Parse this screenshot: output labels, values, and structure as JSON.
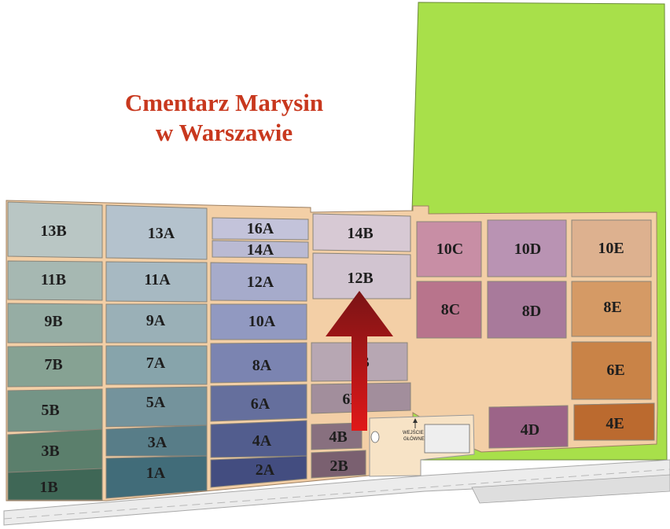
{
  "title": {
    "line1": "Cmentarz Marysin",
    "line2": "w Warszawie"
  },
  "entrance_label": {
    "line1": "WEJŚCIE",
    "line2": "GŁÓWNE"
  },
  "colors": {
    "green_area": "#a8e04a",
    "paths": "#f3cfa6",
    "arrow": "#c01a1a",
    "title": "#c8381e"
  },
  "sections": [
    {
      "id": "13B",
      "label": "13B",
      "color": "#b9c6c4"
    },
    {
      "id": "13A",
      "label": "13A",
      "color": "#b4c2cd"
    },
    {
      "id": "16A",
      "label": "16A",
      "color": "#c3c3da"
    },
    {
      "id": "14A",
      "label": "14A",
      "color": "#babad3"
    },
    {
      "id": "14B",
      "label": "14B",
      "color": "#d7c9d4"
    },
    {
      "id": "12B",
      "label": "12B",
      "color": "#d1c4d0"
    },
    {
      "id": "11B",
      "label": "11B",
      "color": "#a6b8b2"
    },
    {
      "id": "11A",
      "label": "11A",
      "color": "#a7b9c2"
    },
    {
      "id": "12A",
      "label": "12A",
      "color": "#a6abcb"
    },
    {
      "id": "9B",
      "label": "9B",
      "color": "#96ada4"
    },
    {
      "id": "9A",
      "label": "9A",
      "color": "#9ab0b7"
    },
    {
      "id": "10A",
      "label": "10A",
      "color": "#9199c1"
    },
    {
      "id": "7B",
      "label": "7B",
      "color": "#86a293"
    },
    {
      "id": "7A",
      "label": "7A",
      "color": "#87a4ab"
    },
    {
      "id": "8A",
      "label": "8A",
      "color": "#7b84b1"
    },
    {
      "id": "8B",
      "label": "8B",
      "color": "#b7a7b3"
    },
    {
      "id": "5B",
      "label": "5B",
      "color": "#749486"
    },
    {
      "id": "5A",
      "label": "5A",
      "color": "#74939c"
    },
    {
      "id": "6A",
      "label": "6A",
      "color": "#656f9d"
    },
    {
      "id": "6B",
      "label": "6B",
      "color": "#a28e9c"
    },
    {
      "id": "3B",
      "label": "3B",
      "color": "#5b7f6c"
    },
    {
      "id": "3A",
      "label": "3A",
      "color": "#587d88"
    },
    {
      "id": "4A",
      "label": "4A",
      "color": "#525d8e"
    },
    {
      "id": "4B",
      "label": "4B",
      "color": "#88707f"
    },
    {
      "id": "1B",
      "label": "1B",
      "color": "#3f6756"
    },
    {
      "id": "1A",
      "label": "1A",
      "color": "#416c79"
    },
    {
      "id": "2A",
      "label": "2A",
      "color": "#434d80"
    },
    {
      "id": "2B",
      "label": "2B",
      "color": "#7a6070"
    },
    {
      "id": "10C",
      "label": "10C",
      "color": "#c88ea5"
    },
    {
      "id": "10D",
      "label": "10D",
      "color": "#b993b3"
    },
    {
      "id": "10E",
      "label": "10E",
      "color": "#ddb18f"
    },
    {
      "id": "8C",
      "label": "8C",
      "color": "#b8748c"
    },
    {
      "id": "8D",
      "label": "8D",
      "color": "#a87a9b"
    },
    {
      "id": "8E",
      "label": "8E",
      "color": "#d59a65"
    },
    {
      "id": "6E",
      "label": "6E",
      "color": "#c98347"
    },
    {
      "id": "4D",
      "label": "4D",
      "color": "#9c6488"
    },
    {
      "id": "4E",
      "label": "4E",
      "color": "#bb6a2f"
    }
  ]
}
